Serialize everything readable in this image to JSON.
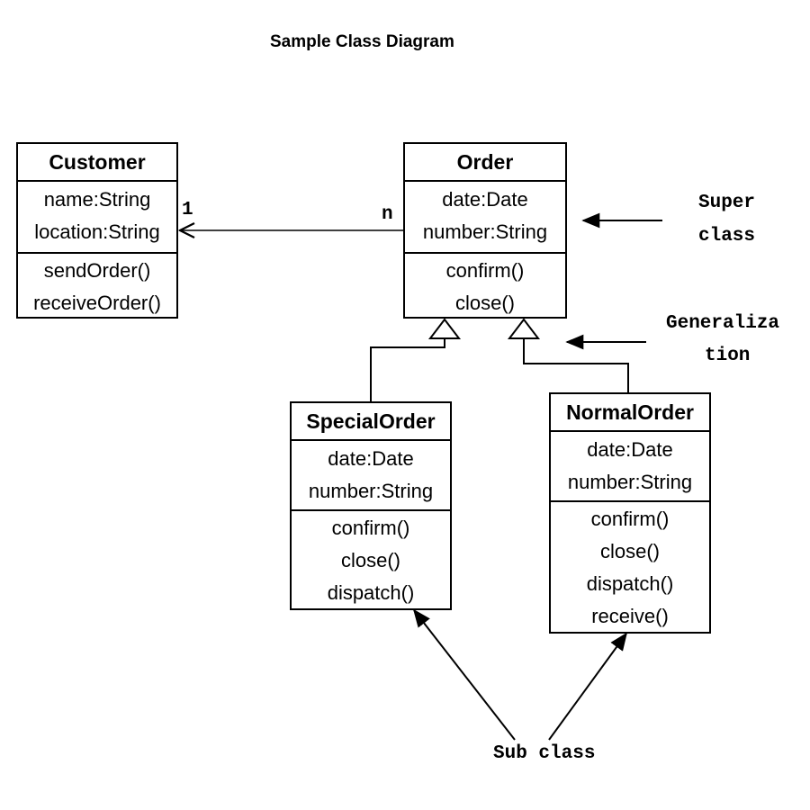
{
  "title": "Sample Class Diagram",
  "classes": {
    "customer": {
      "name": "Customer",
      "attributes": [
        "name:String",
        "location:String"
      ],
      "operations": [
        "sendOrder()",
        "receiveOrder()"
      ]
    },
    "order": {
      "name": "Order",
      "attributes": [
        "date:Date",
        "number:String"
      ],
      "operations": [
        "confirm()",
        "close()"
      ]
    },
    "special_order": {
      "name": "SpecialOrder",
      "attributes": [
        "date:Date",
        "number:String"
      ],
      "operations": [
        "confirm()",
        "close()",
        "dispatch()"
      ]
    },
    "normal_order": {
      "name": "NormalOrder",
      "attributes": [
        "date:Date",
        "number:String"
      ],
      "operations": [
        "confirm()",
        "close()",
        "dispatch()",
        "receive()"
      ]
    }
  },
  "association": {
    "customer_multiplicity": "1",
    "order_multiplicity": "n"
  },
  "annotations": {
    "super_class": [
      "Super",
      "class"
    ],
    "generalization": [
      "Generaliza",
      "tion"
    ],
    "sub_class": "Sub class"
  }
}
